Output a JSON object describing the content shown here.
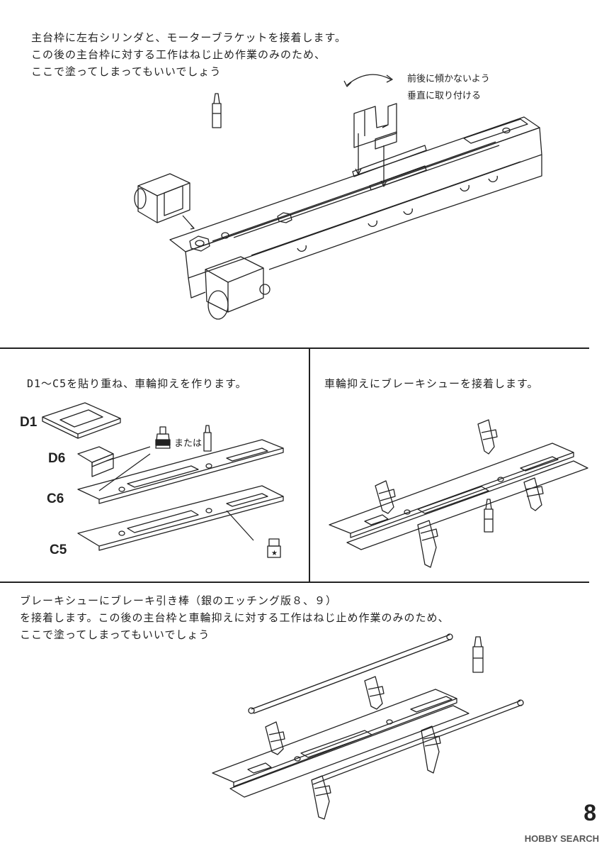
{
  "step1": {
    "lines": [
      "主台枠に左右シリンダと、モーターブラケットを接着します。",
      "この後の主台枠に対する工作はねじ止め作業のみのため、",
      "ここで塗ってしまってもいいでしょう"
    ],
    "note_line1": "前後に傾かないよう",
    "note_line2": "垂直に取り付ける"
  },
  "step2": {
    "title": "D1～C5を貼り重ね、車輪抑えを作ります。",
    "labels": [
      "D1",
      "D6",
      "C6",
      "C5"
    ],
    "or_text": "または"
  },
  "step3": {
    "title": "車輪抑えにブレーキシューを接着します。"
  },
  "step4": {
    "lines": [
      "ブレーキシューにブレーキ引き棒（銀のエッチング版８、９）",
      "を接着します。この後の主台枠と車輪抑えに対する工作はねじ止め作業のみのため、",
      "ここで塗ってしまってもいいでしょう"
    ]
  },
  "page_number": "8",
  "watermark": "HOBBY SEARCH",
  "icons": [
    "glue-stick-icon",
    "glue-bottle-icon",
    "screw-icon"
  ]
}
